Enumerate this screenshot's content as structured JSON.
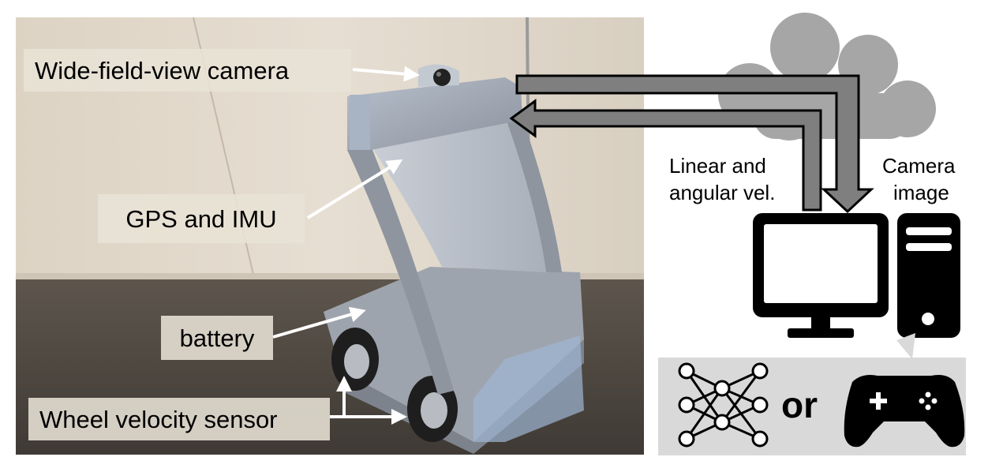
{
  "labels": {
    "camera": "Wide-field-view camera",
    "gps_imu": "GPS and IMU",
    "battery": "battery",
    "wheel_sensor": "Wheel velocity sensor"
  },
  "right_panel": {
    "velocity_line1": "Linear and",
    "velocity_line2": "angular vel.",
    "camera_line1": "Camera",
    "camera_line2": "image",
    "or_text": "or"
  },
  "icons": {
    "cloud": "cloud-icon",
    "monitor": "monitor-icon",
    "tower": "pc-tower-icon",
    "network": "neural-network-icon",
    "gamepad": "gamepad-icon"
  },
  "colors": {
    "arrow_fill": "#7f7f7f",
    "cloud": "#a6a6a6",
    "panel_bg": "#d9d9d9",
    "label_bg": "#e8e2d6"
  }
}
